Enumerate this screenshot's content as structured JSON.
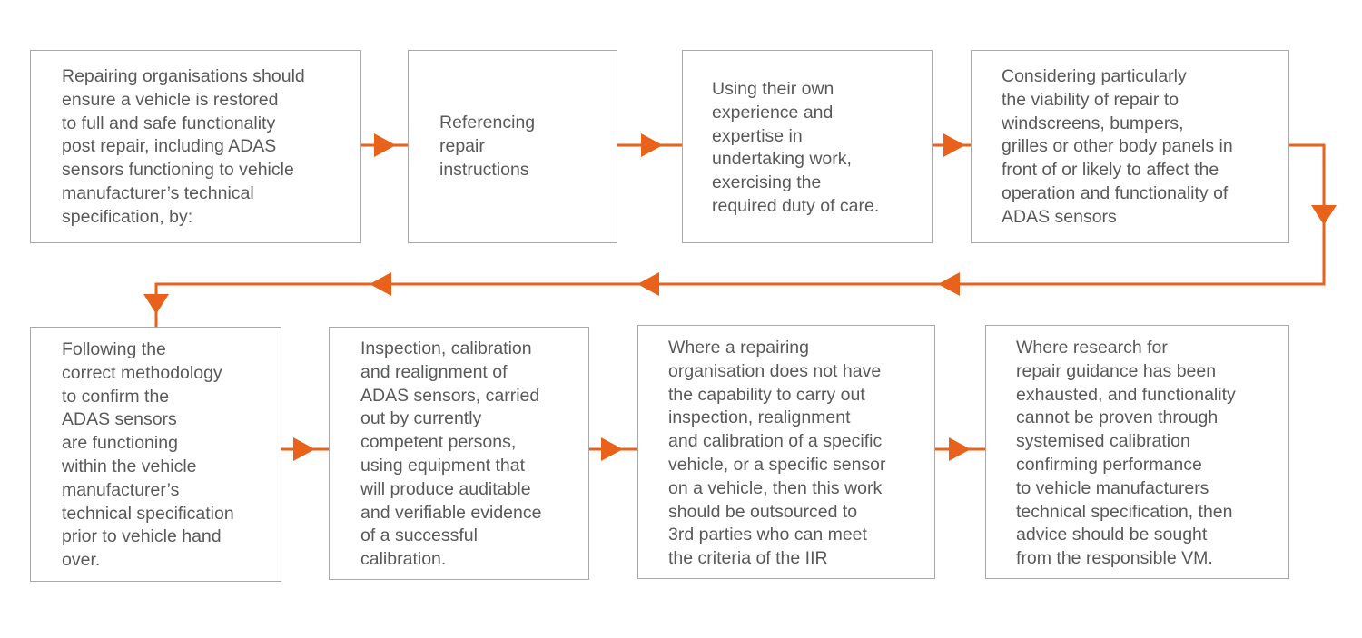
{
  "flow": {
    "accent_color": "#e8621c",
    "steps": [
      {
        "text": "Repairing organisations should\nensure a vehicle is restored\nto full and safe functionality\npost repair, including ADAS\nsensors functioning to vehicle\nmanufacturer’s technical\nspecification, by:"
      },
      {
        "text": "Referencing\nrepair\ninstructions"
      },
      {
        "text": "Using their own\nexperience and\nexpertise in\nundertaking work,\nexercising the\nrequired duty of care."
      },
      {
        "text": "Considering particularly\nthe viability of repair to\nwindscreens, bumpers,\ngrilles or other body panels in\nfront of or likely to affect the\noperation and functionality of\nADAS sensors"
      },
      {
        "text": "Following the\ncorrect methodology\nto confirm the\nADAS sensors\nare functioning\nwithin the vehicle\nmanufacturer’s\ntechnical specification\nprior to vehicle hand\nover."
      },
      {
        "text": "Inspection, calibration\nand realignment of\nADAS sensors, carried\nout by currently\ncompetent persons,\nusing equipment that\nwill produce auditable\nand verifiable evidence\nof a successful\ncalibration."
      },
      {
        "text": "Where a repairing\norganisation does not have\nthe capability to carry out\ninspection, realignment\nand calibration of a specific\nvehicle, or a specific sensor\non a vehicle, then this work\nshould be outsourced to\n3rd parties who can meet\nthe criteria of the IIR"
      },
      {
        "text": "Where research for\nrepair guidance has been\nexhausted, and functionality\ncannot be proven through\nsystemised calibration\nconfirming performance\nto vehicle manufacturers\ntechnical specification, then\nadvice should be sought\nfrom the responsible VM."
      }
    ]
  }
}
